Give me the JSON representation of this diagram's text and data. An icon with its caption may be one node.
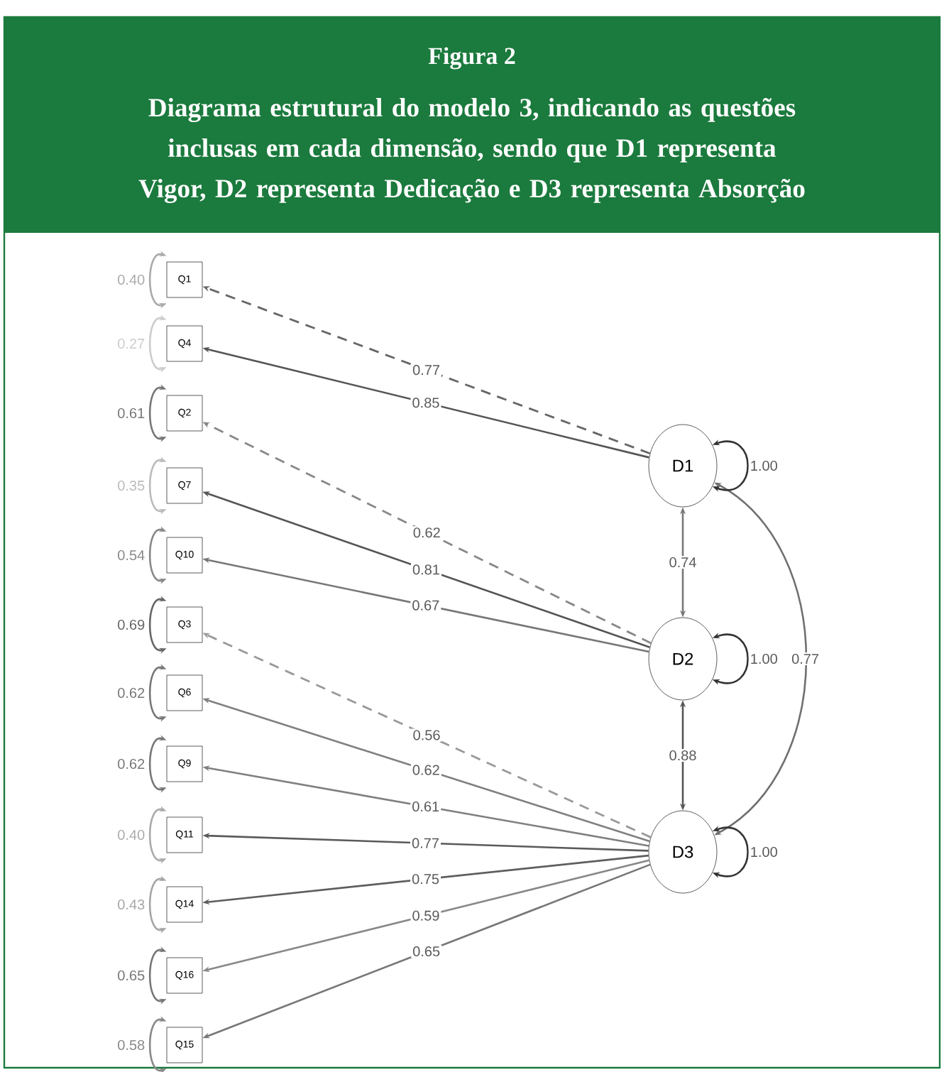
{
  "diagram": {
    "title": "Figura 2",
    "caption": "Diagrama estrutural do modelo 3, indicando as questões inclusas em cada dimensão, sendo que D1 representa Vigor, D2 representa Dedicação e D3 representa Absorção",
    "nodes": [
      {
        "text": [
          "Q1"
        ]
      },
      {
        "text": [
          "Q4"
        ]
      },
      {
        "text": [
          "Q2"
        ]
      },
      {
        "text": [
          "Q7"
        ]
      },
      {
        "text": [
          "Q10"
        ]
      },
      {
        "text": [
          "Q3"
        ]
      },
      {
        "text": [
          "Q6"
        ]
      },
      {
        "text": [
          "Q9"
        ]
      },
      {
        "text": [
          "Q11"
        ]
      },
      {
        "text": [
          "Q14"
        ]
      },
      {
        "text": [
          "Q16"
        ]
      },
      {
        "text": [
          "Q15"
        ]
      },
      {
        "text": [
          "D1"
        ]
      },
      {
        "text": [
          "D2"
        ]
      },
      {
        "text": [
          "D3"
        ]
      }
    ],
    "edges": [
      {
        "from": 12,
        "to": 0,
        "arrow": "to",
        "label": "0.77",
        "style": "dashed",
        "color": "#666666"
      },
      {
        "from": 12,
        "to": 1,
        "arrow": "to",
        "label": "0.85",
        "color": "#555555"
      },
      {
        "from": 13,
        "to": 2,
        "arrow": "to",
        "label": "0.62",
        "style": "dashed",
        "color": "#888888"
      },
      {
        "from": 13,
        "to": 3,
        "arrow": "to",
        "label": "0.81",
        "color": "#555555"
      },
      {
        "from": 13,
        "to": 4,
        "arrow": "to",
        "label": "0.67",
        "color": "#777777"
      },
      {
        "from": 14,
        "to": 5,
        "arrow": "to",
        "label": "0.56",
        "style": "dashed",
        "color": "#999999"
      },
      {
        "from": 14,
        "to": 6,
        "arrow": "to",
        "label": "0.62",
        "color": "#808080"
      },
      {
        "from": 14,
        "to": 7,
        "arrow": "to",
        "label": "0.61",
        "color": "#808080"
      },
      {
        "from": 14,
        "to": 8,
        "arrow": "to",
        "label": "0.77",
        "color": "#5a5a5a"
      },
      {
        "from": 14,
        "to": 9,
        "arrow": "to",
        "label": "0.75",
        "color": "#5e5e5e"
      },
      {
        "from": 14,
        "to": 10,
        "arrow": "to",
        "label": "0.59",
        "color": "#888888"
      },
      {
        "from": 14,
        "to": 11,
        "arrow": "to",
        "label": "0.65",
        "color": "#777777"
      },
      {
        "from": 12,
        "to": 13,
        "arrow": "both",
        "label": "0.74",
        "color": "#777777"
      },
      {
        "from": 13,
        "to": 14,
        "arrow": "both",
        "label": "0.88",
        "color": "#555555"
      },
      {
        "from": 12,
        "to": 14,
        "arrow": "both",
        "label": "0.77",
        "color": "#707070"
      },
      {
        "from": 12,
        "to": 12,
        "arrow": "both",
        "label": "1.00",
        "color": "#333333"
      },
      {
        "from": 13,
        "to": 13,
        "arrow": "both",
        "label": "1.00",
        "color": "#333333"
      },
      {
        "from": 14,
        "to": 14,
        "arrow": "both",
        "label": "1.00",
        "color": "#333333"
      },
      {
        "from": 0,
        "to": 0,
        "arrow": "both",
        "label": "0.40",
        "color": "#aaaaaa"
      },
      {
        "from": 1,
        "to": 1,
        "arrow": "both",
        "label": "0.27",
        "color": "#cccccc"
      },
      {
        "from": 2,
        "to": 2,
        "arrow": "both",
        "label": "0.61",
        "color": "#777777"
      },
      {
        "from": 3,
        "to": 3,
        "arrow": "both",
        "label": "0.35",
        "color": "#bbbbbb"
      },
      {
        "from": 4,
        "to": 4,
        "arrow": "both",
        "label": "0.54",
        "color": "#888888"
      },
      {
        "from": 5,
        "to": 5,
        "arrow": "both",
        "label": "0.69",
        "color": "#666666"
      },
      {
        "from": 6,
        "to": 6,
        "arrow": "both",
        "label": "0.62",
        "color": "#777777"
      },
      {
        "from": 7,
        "to": 7,
        "arrow": "both",
        "label": "0.62",
        "color": "#777777"
      },
      {
        "from": 8,
        "to": 8,
        "arrow": "both",
        "label": "0.40",
        "color": "#aaaaaa"
      },
      {
        "from": 9,
        "to": 9,
        "arrow": "both",
        "label": "0.43",
        "color": "#a5a5a5"
      },
      {
        "from": 10,
        "to": 10,
        "arrow": "both",
        "label": "0.65",
        "color": "#777777"
      },
      {
        "from": 11,
        "to": 11,
        "arrow": "both",
        "label": "0.58",
        "color": "#888888"
      }
    ]
  }
}
